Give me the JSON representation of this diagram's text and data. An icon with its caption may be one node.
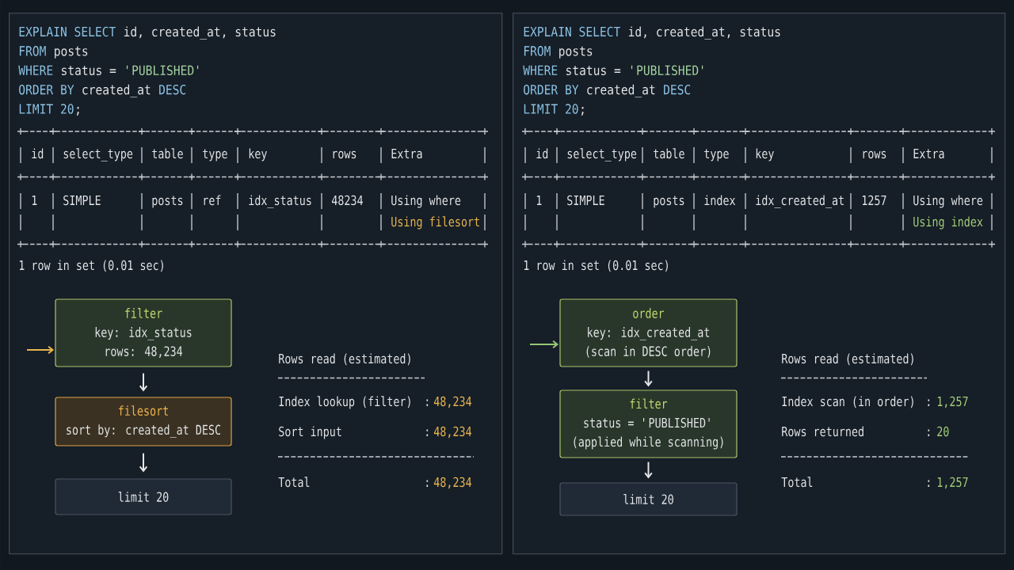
{
  "diagram": {
    "nodes": [
      {
        "text": [],
        "shape": "box"
      },
      {
        "text": [
          "filter",
          "key: idx_status",
          "rows: 48,234"
        ],
        "in": 0
      },
      {
        "text": [
          "filesort",
          "sort by: created_at DESC"
        ],
        "in": 0
      },
      {
        "text": [
          "limit 20"
        ],
        "in": 0
      },
      {
        "text": [],
        "shape": "box"
      },
      {
        "text": [
          "order",
          "key: idx_created_at",
          "(scan in DESC order)"
        ],
        "in": 4
      },
      {
        "text": [
          "filter",
          "status = 'PUBLISHED'",
          "(applied while scanning)"
        ],
        "in": 4
      },
      {
        "text": [
          "limit 20"
        ],
        "in": 4
      }
    ],
    "edges": [
      {
        "from": null,
        "to": 1,
        "arrow": "to",
        "color": "#e9b54f"
      },
      {
        "from": 1,
        "to": 2,
        "arrow": "to"
      },
      {
        "from": 2,
        "to": 3,
        "arrow": "to"
      },
      {
        "from": null,
        "to": 5,
        "arrow": "to",
        "color": "#94c873"
      },
      {
        "from": 5,
        "to": 6,
        "arrow": "to"
      },
      {
        "from": 6,
        "to": 7,
        "arrow": "to"
      }
    ],
    "labels": [
      "EXPLAIN SELECT",
      "id, created_at, status",
      "FROM",
      "posts",
      "WHERE",
      "status =",
      "'PUBLISHED'",
      "ORDER BY",
      "created_at",
      "DESC",
      "LIMIT 20",
      ";",
      "id",
      "select_type",
      "table",
      "type",
      "key",
      "rows",
      "Extra",
      "1",
      "SIMPLE",
      "posts",
      "ref",
      "idx_status",
      "48234",
      "Using where",
      "Using filesort",
      "1 row in set (0.01 sec)",
      "Rows read (estimated)",
      "Index lookup (filter)",
      ":",
      "48,234",
      "Sort input",
      ":",
      "48,234",
      "Total",
      ":",
      "48,234",
      "EXPLAIN SELECT",
      "id, created_at, status",
      "FROM",
      "posts",
      "WHERE",
      "status =",
      "'PUBLISHED'",
      "ORDER BY",
      "created_at",
      "DESC",
      "LIMIT 20",
      ";",
      "id",
      "select_type",
      "table",
      "type",
      "key",
      "rows",
      "Extra",
      "1",
      "SIMPLE",
      "posts",
      "index",
      "idx_created_at",
      "1257",
      "Using where",
      "Using index",
      "1 row in set (0.01 sec)",
      "Rows read (estimated)",
      "Index scan (in order)",
      ":",
      "1,257",
      "Rows returned",
      ":",
      "20",
      "Total",
      ":",
      "1,257"
    ]
  }
}
